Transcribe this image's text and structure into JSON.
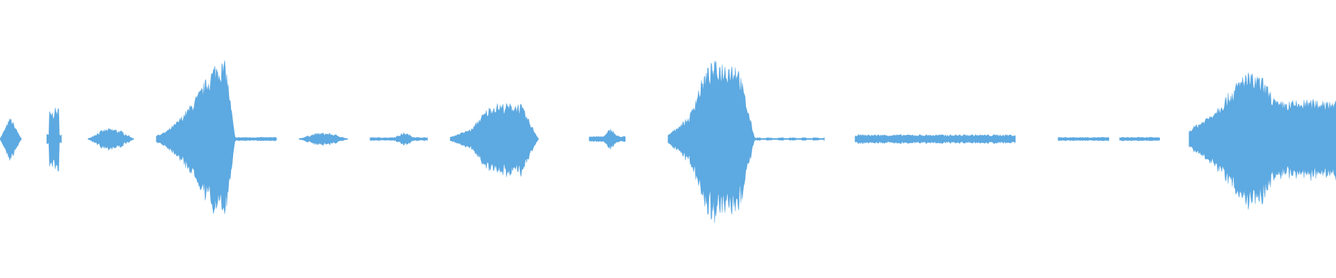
{
  "waveform": {
    "color": "#5DA9E1",
    "background": "#FFFFFF",
    "amplitude_scale": 1.0,
    "segments": [
      {
        "start": 0.0,
        "end": 0.016,
        "peak": 0.14,
        "shape": "tri"
      },
      {
        "start": 0.035,
        "end": 0.046,
        "peak": 0.19,
        "shape": "spike"
      },
      {
        "start": 0.066,
        "end": 0.1,
        "peak": 0.06,
        "shape": "lens"
      },
      {
        "start": 0.117,
        "end": 0.176,
        "peak": 0.48,
        "shape": "swell"
      },
      {
        "start": 0.176,
        "end": 0.207,
        "peak": 0.01,
        "shape": "flat"
      },
      {
        "start": 0.224,
        "end": 0.26,
        "peak": 0.035,
        "shape": "lens"
      },
      {
        "start": 0.277,
        "end": 0.32,
        "peak": 0.035,
        "shape": "small-peak"
      },
      {
        "start": 0.337,
        "end": 0.403,
        "peak": 0.22,
        "shape": "hill"
      },
      {
        "start": 0.441,
        "end": 0.468,
        "peak": 0.06,
        "shape": "small-peak"
      },
      {
        "start": 0.5,
        "end": 0.565,
        "peak": 0.48,
        "shape": "hill"
      },
      {
        "start": 0.565,
        "end": 0.617,
        "peak": 0.008,
        "shape": "dots"
      },
      {
        "start": 0.64,
        "end": 0.76,
        "peak": 0.025,
        "shape": "flat"
      },
      {
        "start": 0.792,
        "end": 0.83,
        "peak": 0.01,
        "shape": "flat"
      },
      {
        "start": 0.838,
        "end": 0.868,
        "peak": 0.01,
        "shape": "flat"
      },
      {
        "start": 0.89,
        "end": 1.0,
        "peak": 0.42,
        "shape": "plateau"
      }
    ]
  }
}
